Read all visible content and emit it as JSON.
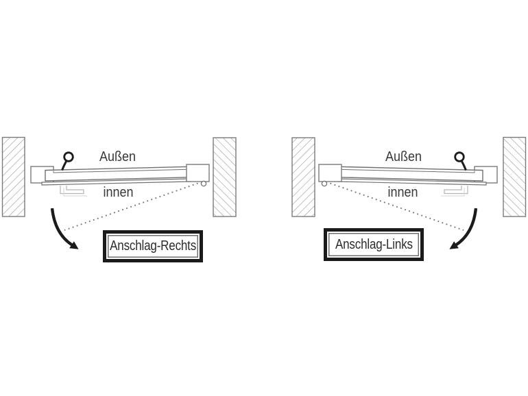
{
  "figure": {
    "type": "door-hinge-orientation-diagram"
  },
  "diagrams": [
    {
      "id": "anschlag-rechts",
      "outside_label": "Außen",
      "inside_label": "innen",
      "box_label": "Anschlag-Rechts"
    },
    {
      "id": "anschlag-links",
      "outside_label": "Außen",
      "inside_label": "innen",
      "box_label": "Anschlag-Links"
    }
  ],
  "icons": {
    "door_handle": "door-handle-icon",
    "swing_arrow": "swing-arrow-icon",
    "hinge_pivot": "hinge-pivot-icon"
  },
  "colors": {
    "background": "#ffffff",
    "line_gray": "#6f6f6f",
    "frame_gray": "#7a7a7a",
    "hatch_gray": "#8f8f8f",
    "detail_gray": "#b5b5b5",
    "ink_black": "#1b1b1b",
    "text_gray": "#383838"
  }
}
